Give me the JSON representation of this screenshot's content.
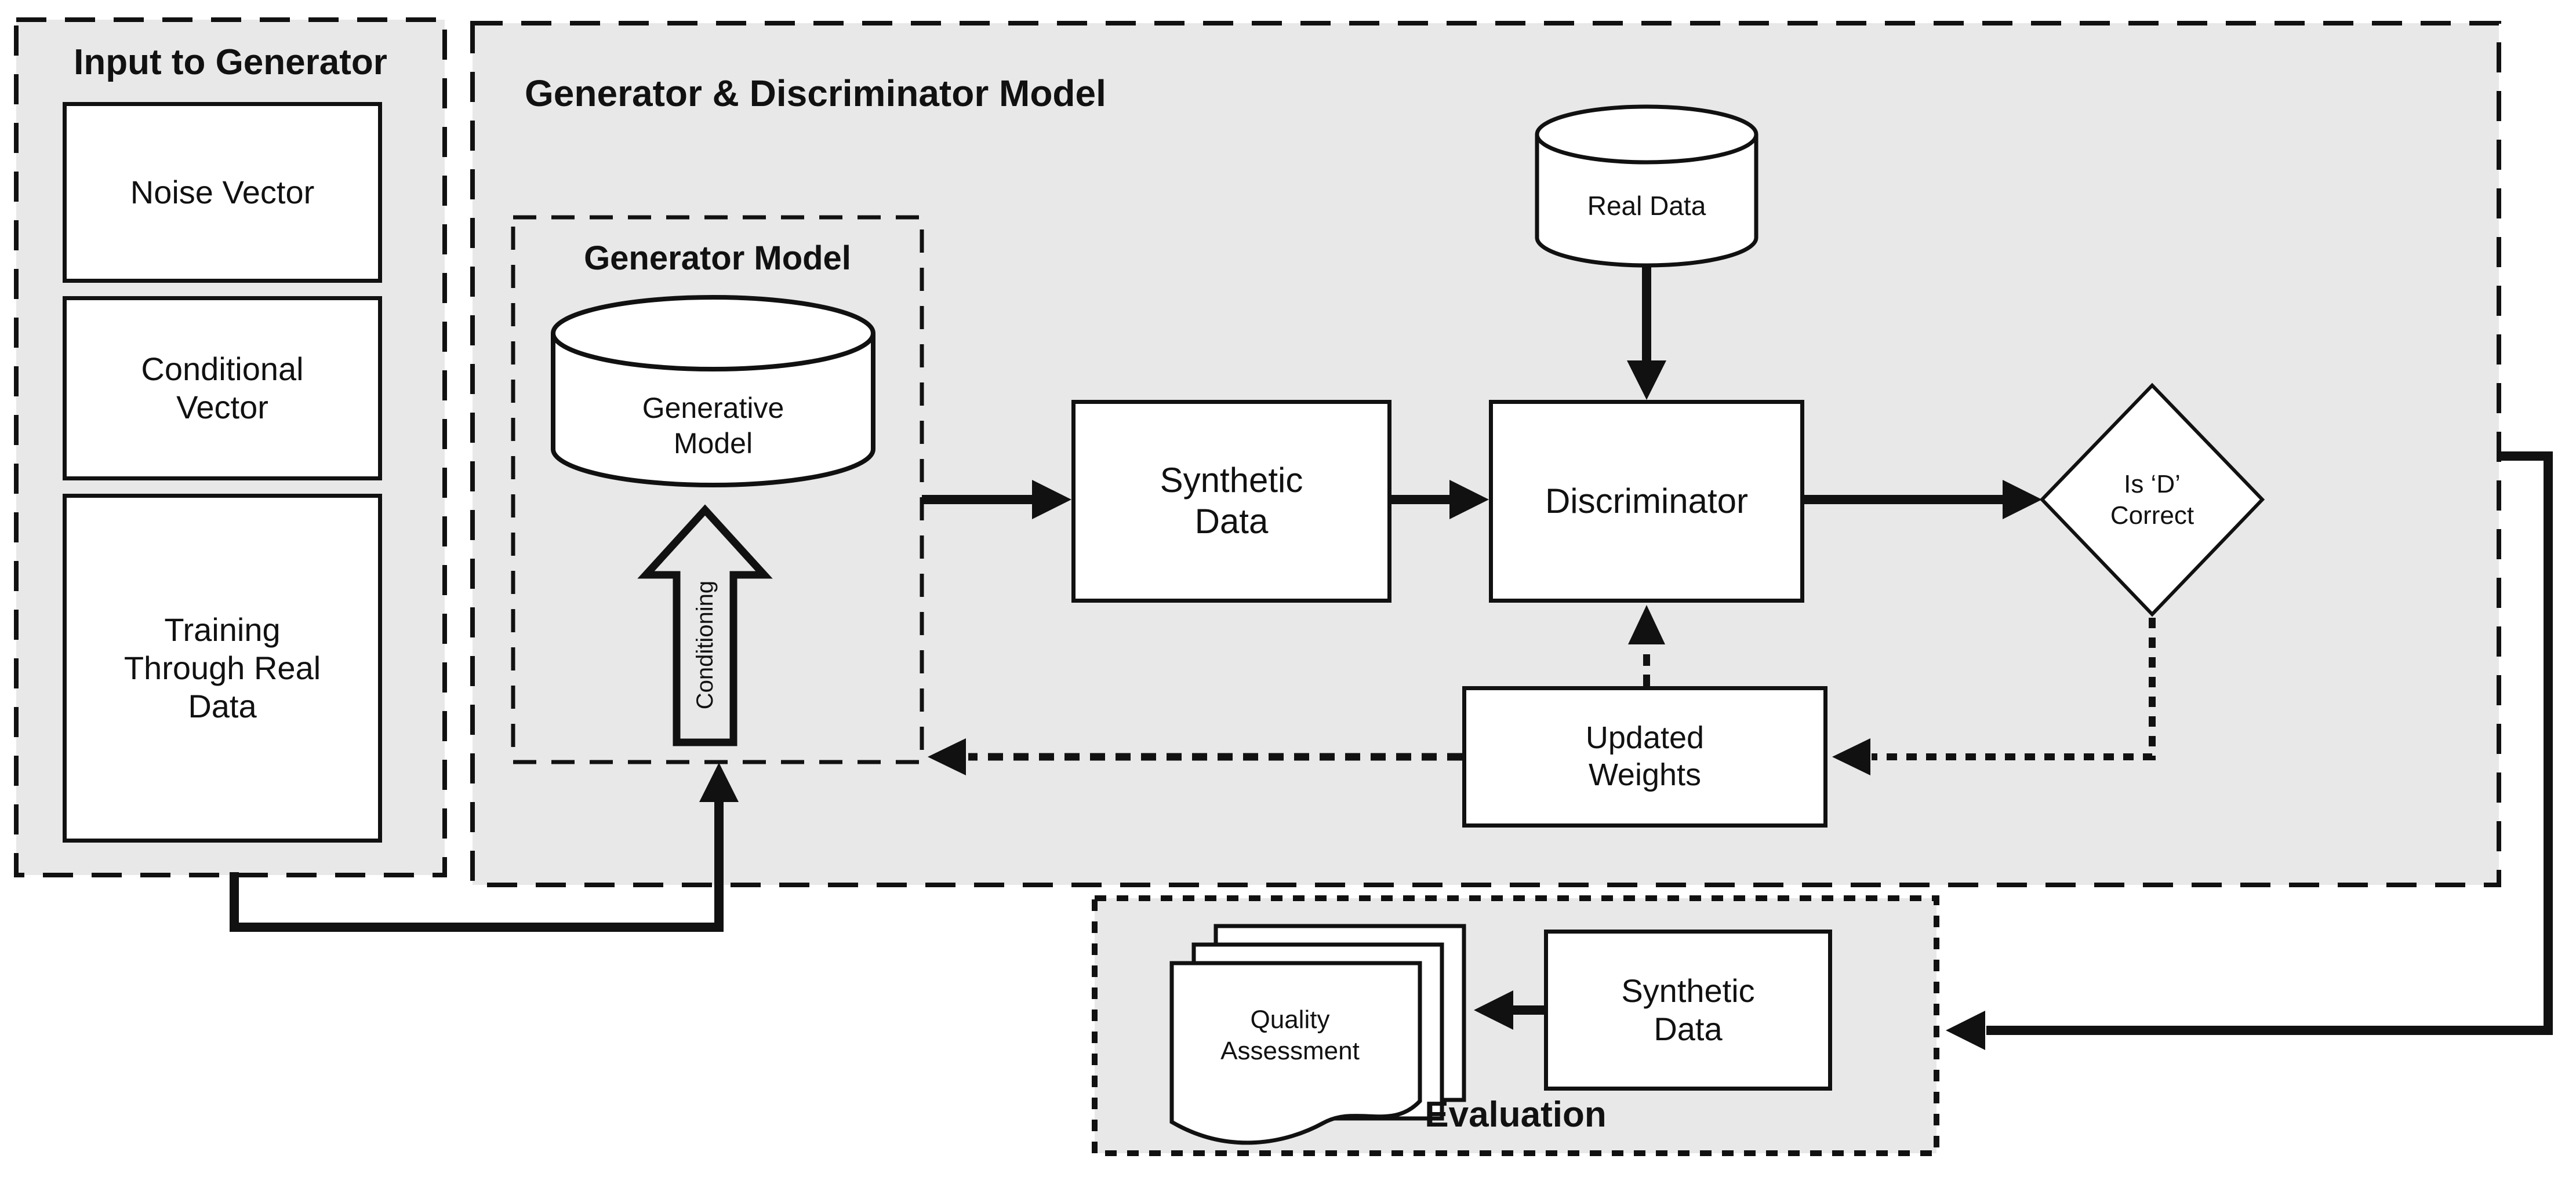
{
  "panels": {
    "input": {
      "title": "Input to Generator"
    },
    "main": {
      "title": "Generator & Discriminator Model"
    },
    "generator": {
      "title": "Generator Model"
    },
    "evaluation": {
      "title": "Evaluation"
    }
  },
  "nodes": {
    "noise_vector": "Noise Vector",
    "conditional_vector": "Conditional\nVector",
    "training_real_data": "Training\nThrough Real\nData",
    "generative_model": "Generative\nModel",
    "conditioning": "Conditioning",
    "real_data": "Real Data",
    "synthetic_data": "Synthetic\nData",
    "discriminator": "Discriminator",
    "decision": "Is ‘D’\nCorrect",
    "updated_weights": "Updated\nWeights",
    "quality_assessment": "Quality\nAssessment",
    "synthetic_data_eval": "Synthetic\nData"
  },
  "colors": {
    "panel_fill": "#e8e8e8",
    "node_fill": "#ffffff",
    "line": "#111111",
    "background": "#ffffff"
  }
}
